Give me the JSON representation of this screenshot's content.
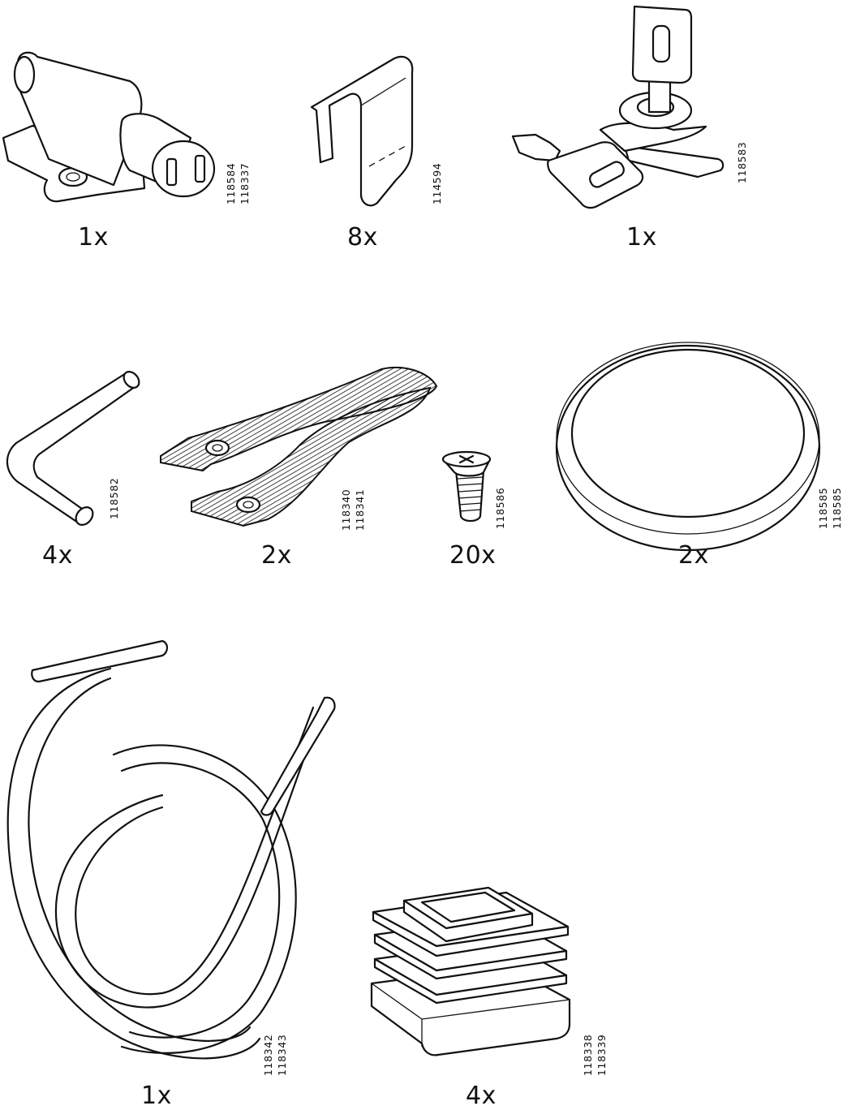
{
  "parts": [
    {
      "id": "latch",
      "quantity": "1x",
      "codes": [
        "118584",
        "118337"
      ]
    },
    {
      "id": "clip",
      "quantity": "8x",
      "codes": [
        "114594"
      ]
    },
    {
      "id": "lock-with-keys",
      "quantity": "1x",
      "codes": [
        "118583"
      ]
    },
    {
      "id": "allen-key",
      "quantity": "4x",
      "codes": [
        "118582"
      ]
    },
    {
      "id": "strap",
      "quantity": "2x",
      "codes": [
        "118340",
        "118341"
      ]
    },
    {
      "id": "screw",
      "quantity": "20x",
      "codes": [
        "118586"
      ]
    },
    {
      "id": "ring",
      "quantity": "2x",
      "codes": [
        "118585",
        "118585"
      ]
    },
    {
      "id": "coiled-cable",
      "quantity": "1x",
      "codes": [
        "118342",
        "118343"
      ]
    },
    {
      "id": "feet",
      "quantity": "4x",
      "codes": [
        "118338",
        "118339"
      ]
    }
  ]
}
